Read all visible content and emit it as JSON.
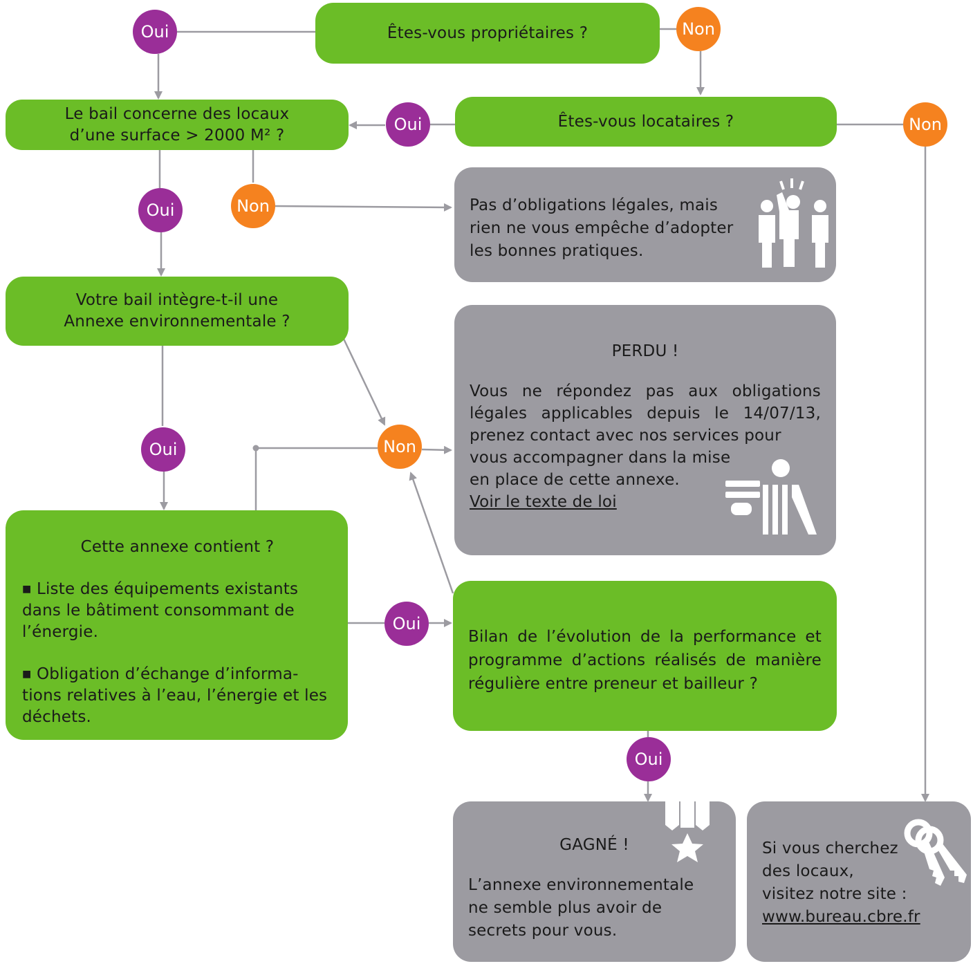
{
  "colors": {
    "green": "#6bbd27",
    "grey": "#9c9ba1",
    "oui": "#9a2e98",
    "non": "#f5821f",
    "line": "#9c9ba1"
  },
  "labels": {
    "oui": "Oui",
    "non": "Non"
  },
  "q_proprietaires": "Êtes-vous propriétaires ?",
  "q_locataires": "Êtes-vous locataires ?",
  "q_surface": {
    "line1": "Le bail concerne des locaux",
    "line2": "d’une surface > 2000 M² ?"
  },
  "q_annexe": {
    "line1": "Votre bail intègre-t-il une",
    "line2": "Annexe environnementale ?"
  },
  "no_obligation": {
    "line1": "Pas d’obligations légales, mais",
    "line2": "rien ne vous empêche d’adopter",
    "line3": "les bonnes pratiques.",
    "icon": "people-icon"
  },
  "perdu": {
    "title": "PERDU !",
    "text": "Vous ne répondez pas aux obligations légales applicables depuis le 14/07/13, prenez contact avec nos services pour",
    "line4": "vous accompagner dans la mise",
    "line5": "en place de cette annexe.",
    "link": "Voir le texte de loi",
    "icon": "referee-icon"
  },
  "contient": {
    "title": "Cette annexe contient ?",
    "item1": "Liste des équipements existants dans le bâtiment consommant de l’énergie.",
    "item2": "Obligation d’échange d’informa-tions relatives à l’eau, l’énergie et les déchets."
  },
  "bilan": "Bilan de l’évolution de la performance et programme d’actions réalisés de manière régulière entre preneur et bailleur ?",
  "gagne": {
    "title": "GAGNÉ !",
    "line1": "L’annexe environnementale",
    "line2": "ne semble plus avoir de",
    "line3": "secrets pour vous.",
    "icon": "medal-icon"
  },
  "locaux": {
    "line1": "Si vous cherchez",
    "line2": "des locaux,",
    "line3": "visitez notre site :",
    "link": "www.bureau.cbre.fr",
    "icon": "keys-icon"
  }
}
